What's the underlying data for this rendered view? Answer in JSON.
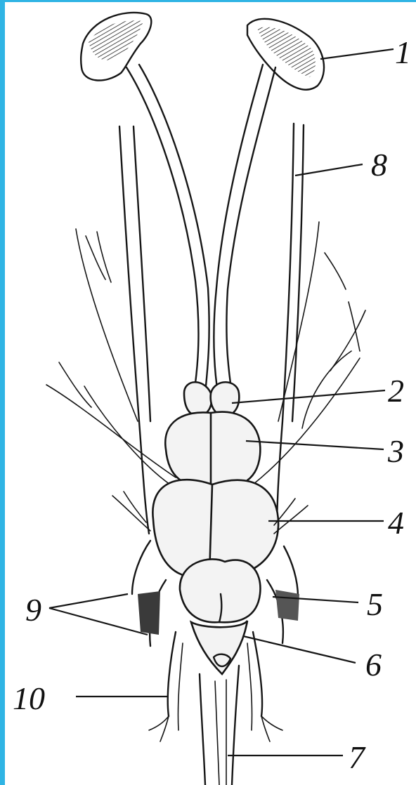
{
  "colors": {
    "frame_accent": "#2fb4e4",
    "ink": "#161616",
    "tissue": "#f3f3f3"
  },
  "labels": {
    "l1": "1",
    "l2": "2",
    "l3": "3",
    "l4": "4",
    "l5": "5",
    "l6": "6",
    "l7": "7",
    "l8": "8",
    "l9": "9",
    "l10": "10"
  }
}
